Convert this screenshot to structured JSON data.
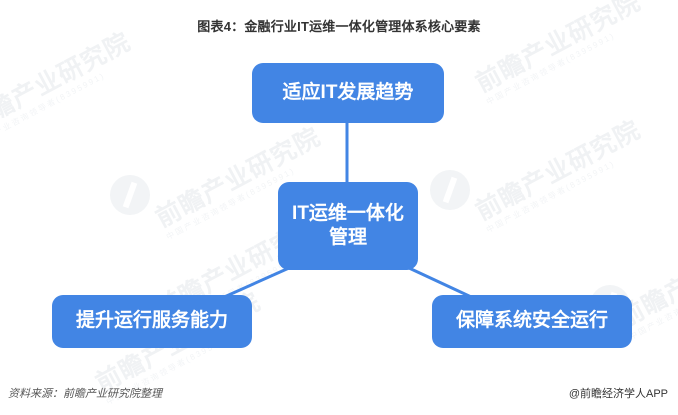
{
  "title": "图表4：金融行业IT运维一体化管理体系核心要素",
  "diagram": {
    "type": "hub-and-spoke",
    "center": {
      "id": "center",
      "label_line1": "IT运维一体化",
      "label_line2": "化管理",
      "label": "IT运维一体化管理",
      "color": "#4285e4"
    },
    "nodes": [
      {
        "id": "top",
        "label": "适应IT发展趋势",
        "color": "#4285e4"
      },
      {
        "id": "bottom-left",
        "label": "提升运行服务能力",
        "color": "#4285e4"
      },
      {
        "id": "bottom-right",
        "label": "保障系统安全运行",
        "color": "#4285e4"
      }
    ],
    "connector_color": "#4285e4"
  },
  "watermark": {
    "main": "前瞻产业研究院",
    "sub": "中国产业咨询领导者(8395991)",
    "color": "#f0f2f5"
  },
  "footer": {
    "source": "资料来源：前瞻产业研究院整理",
    "brand": "@前瞻经济学人APP"
  },
  "colors": {
    "node_blue": "#4285e4",
    "node_text": "#ffffff",
    "title_text": "#333333",
    "background": "#ffffff"
  }
}
